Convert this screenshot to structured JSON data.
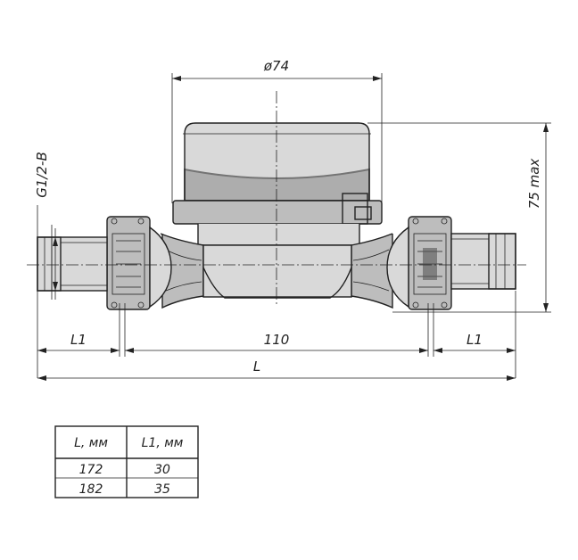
{
  "dimensions": {
    "diameter": "ø74",
    "height": "75 max",
    "thread": "G1/2-B",
    "center_length": "110",
    "overall_length": "L",
    "l1_left": "L1",
    "l1_right": "L1"
  },
  "table": {
    "headers": [
      "L, мм",
      "L1, мм"
    ],
    "rows": [
      [
        "172",
        "30"
      ],
      [
        "182",
        "35"
      ]
    ]
  }
}
